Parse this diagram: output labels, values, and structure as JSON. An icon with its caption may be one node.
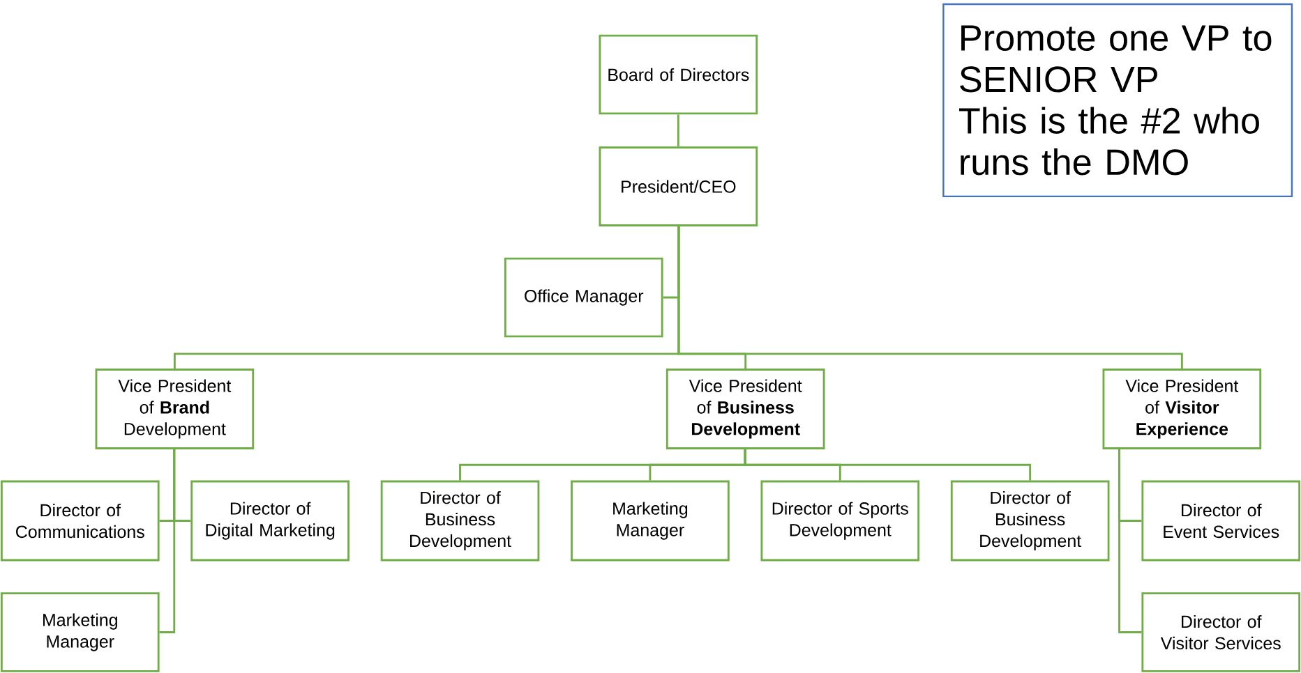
{
  "diagram": {
    "nodes": [
      {
        "text": [
          "Board of Directors"
        ]
      },
      {
        "text": [
          "President/CEO"
        ]
      },
      {
        "text": [
          "Office Manager"
        ]
      },
      {
        "text": [
          "Vice President of **Brand** Development"
        ]
      },
      {
        "text": [
          "Vice President of **Business Development**"
        ]
      },
      {
        "text": [
          "Vice President of **Visitor Experience**"
        ]
      },
      {
        "text": [
          "Director of Communications"
        ]
      },
      {
        "text": [
          "Director of Digital Marketing"
        ]
      },
      {
        "text": [
          "Marketing Manager"
        ]
      },
      {
        "text": [
          "Director of Business Development"
        ]
      },
      {
        "text": [
          "Marketing Manager"
        ]
      },
      {
        "text": [
          "Director of Sports Development"
        ]
      },
      {
        "text": [
          "Director of Business Development"
        ]
      },
      {
        "text": [
          "Director of Event Services"
        ]
      },
      {
        "text": [
          "Director of Visitor Services"
        ]
      },
      {
        "text": [
          "Promote one VP to SENIOR VP",
          "This is the #2 who runs the DMO"
        ]
      }
    ],
    "edges": [
      {
        "from": 0,
        "to": 1,
        "arrow": "none"
      },
      {
        "from": 1,
        "to": 2,
        "arrow": "none"
      },
      {
        "from": 1,
        "to": 3,
        "arrow": "none"
      },
      {
        "from": 1,
        "to": 4,
        "arrow": "none"
      },
      {
        "from": 1,
        "to": 5,
        "arrow": "none"
      },
      {
        "from": 3,
        "to": 6,
        "arrow": "none"
      },
      {
        "from": 3,
        "to": 7,
        "arrow": "none"
      },
      {
        "from": 3,
        "to": 8,
        "arrow": "none"
      },
      {
        "from": 4,
        "to": 9,
        "arrow": "none"
      },
      {
        "from": 4,
        "to": 10,
        "arrow": "none"
      },
      {
        "from": 4,
        "to": 11,
        "arrow": "none"
      },
      {
        "from": 4,
        "to": 12,
        "arrow": "none"
      },
      {
        "from": 5,
        "to": 13,
        "arrow": "none"
      },
      {
        "from": 5,
        "to": 14,
        "arrow": "none"
      }
    ]
  }
}
